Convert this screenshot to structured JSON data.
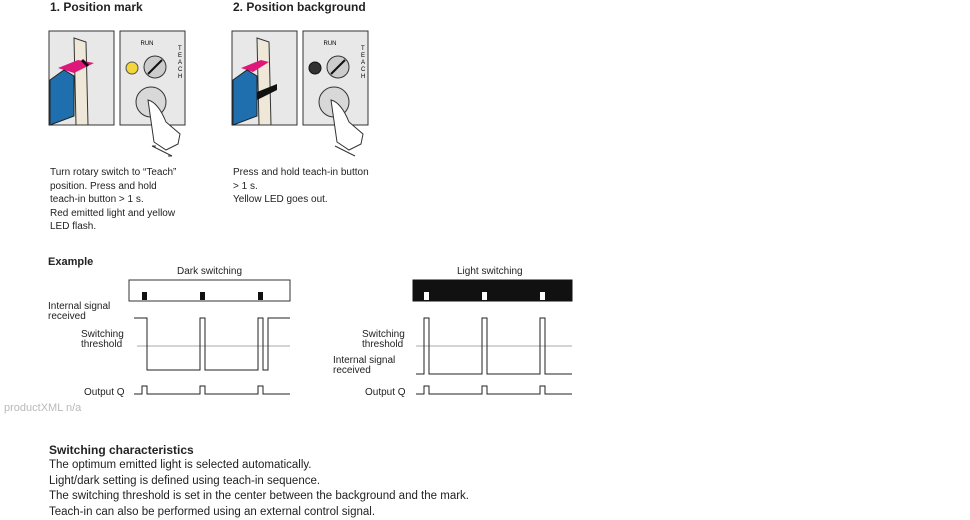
{
  "steps": [
    {
      "title": "1. Position mark",
      "lines": [
        "Turn rotary switch to “Teach”",
        "position. Press and hold",
        "teach-in button > 1 s.",
        "Red emitted light and yellow",
        "LED flash."
      ]
    },
    {
      "title": "2. Position background",
      "lines": [
        "Press and hold teach-in button",
        "> 1 s.",
        "Yellow LED goes out."
      ]
    }
  ],
  "device": {
    "run_label": "RUN",
    "teach_label": "TEACH",
    "colors": {
      "mark": "#e0177a",
      "sensor": "#1f6fae",
      "led_yellow": "#f5d63a",
      "led_off": "#333333",
      "panel": "#e8e8e8",
      "strip": "#efe8d8"
    }
  },
  "example": {
    "heading": "Example",
    "dark": {
      "title": "Dark switching",
      "label_internal": [
        "Internal signal",
        "received"
      ],
      "label_threshold": [
        "Switching",
        "threshold"
      ],
      "label_output": "Output Q"
    },
    "light": {
      "title": "Light switching",
      "label_threshold": [
        "Switching",
        "threshold"
      ],
      "label_internal": [
        "Internal signal",
        "received"
      ],
      "label_output": "Output Q"
    }
  },
  "watermark": "productXML n/a",
  "characteristics": {
    "heading": "Switching characteristics",
    "lines": [
      "The optimum emitted light is selected automatically.",
      "Light/dark setting is defined using teach-in sequence.",
      "The switching threshold is set in the center between the background and the mark.",
      "Teach-in can also be performed using an external control signal."
    ]
  }
}
